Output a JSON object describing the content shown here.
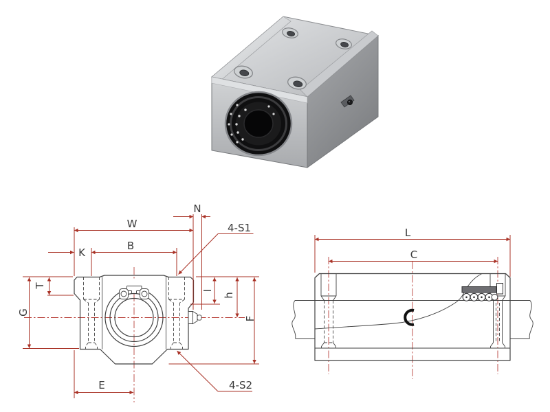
{
  "title": "Linear bearing block technical drawing",
  "colors": {
    "background": "#ffffff",
    "drawing_line": "#3f3f3f",
    "dimension_line": "#a93226",
    "centerline": "#b8413a",
    "label_text": "#3a3a3a",
    "metal_light": "#dcdee0",
    "metal_mid": "#b4b6b9",
    "metal_dark": "#85878a",
    "bore_dark": "#111111",
    "bushing_bar": "#6e6e72"
  },
  "front_view": {
    "labels": {
      "n": "N",
      "w": "W",
      "b": "B",
      "k": "K",
      "s1": "4-S1",
      "t": "T",
      "g": "G",
      "i": "I",
      "h": "h",
      "f": "F",
      "e": "E",
      "s2": "4-S2"
    }
  },
  "side_view": {
    "labels": {
      "l": "L",
      "c": "C"
    }
  }
}
